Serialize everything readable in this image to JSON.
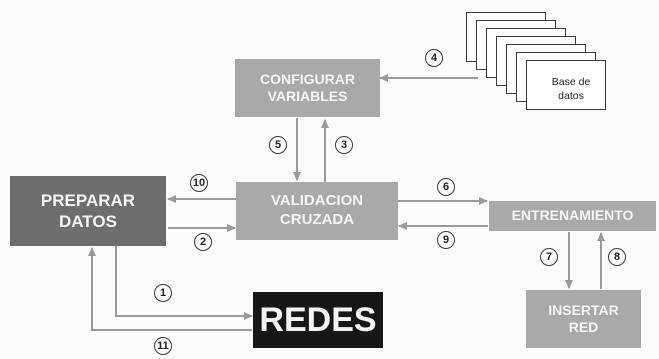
{
  "nodes": {
    "configurar": {
      "line1": "CONFIGURAR",
      "line2": "VARIABLES"
    },
    "preparar": {
      "line1": "PREPARAR",
      "line2": "DATOS"
    },
    "validacion": {
      "line1": "VALIDACION",
      "line2": "CRUZADA"
    },
    "entrenamiento": {
      "label": "ENTRENAMIENTO"
    },
    "insertar": {
      "line1": "INSERTAR",
      "line2": "RED"
    },
    "redes": {
      "label": "REDES"
    },
    "base_datos": {
      "line1": "Base de",
      "line2": "datos"
    }
  },
  "steps": [
    "1",
    "2",
    "3",
    "4",
    "5",
    "6",
    "7",
    "8",
    "9",
    "10",
    "11"
  ],
  "colors": {
    "node_light": "#a9a9a9",
    "node_dark": "#6e6e6e",
    "node_black": "#171717",
    "arrow": "#9a9a9a"
  }
}
